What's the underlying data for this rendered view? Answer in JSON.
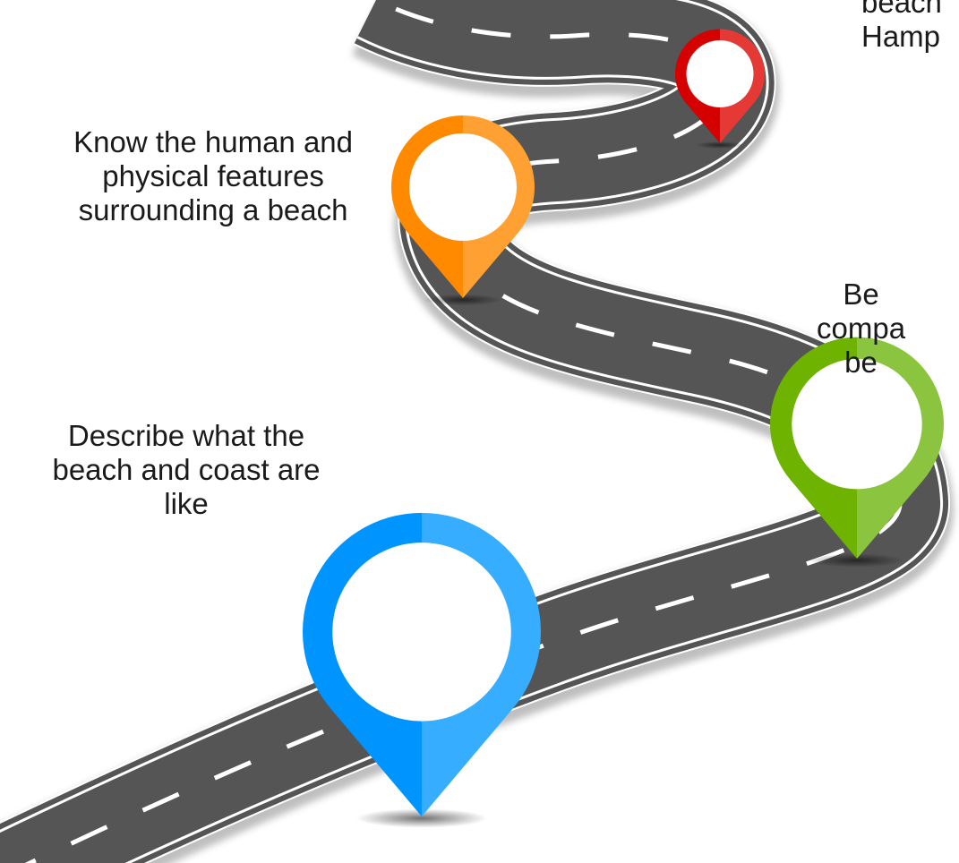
{
  "stops": [
    {
      "color": "#e53935",
      "color_dark": "#d50000",
      "label_lines": [
        "beach",
        "Hamp"
      ]
    },
    {
      "color": "#ffa033",
      "color_dark": "#ff8a00",
      "label_lines": [
        "Know the human and",
        "physical features",
        "surrounding a beach"
      ]
    },
    {
      "color": "#8bc53f",
      "color_dark": "#6db300",
      "label_lines": [
        "Be",
        "compa",
        "be"
      ]
    },
    {
      "color": "#36adff",
      "color_dark": "#0094ff",
      "label_lines": [
        "Describe what the",
        "beach and coast are",
        "like"
      ]
    }
  ],
  "road": {
    "asphalt": "#555555",
    "edge": "#ffffff",
    "dash": "#ffffff"
  }
}
